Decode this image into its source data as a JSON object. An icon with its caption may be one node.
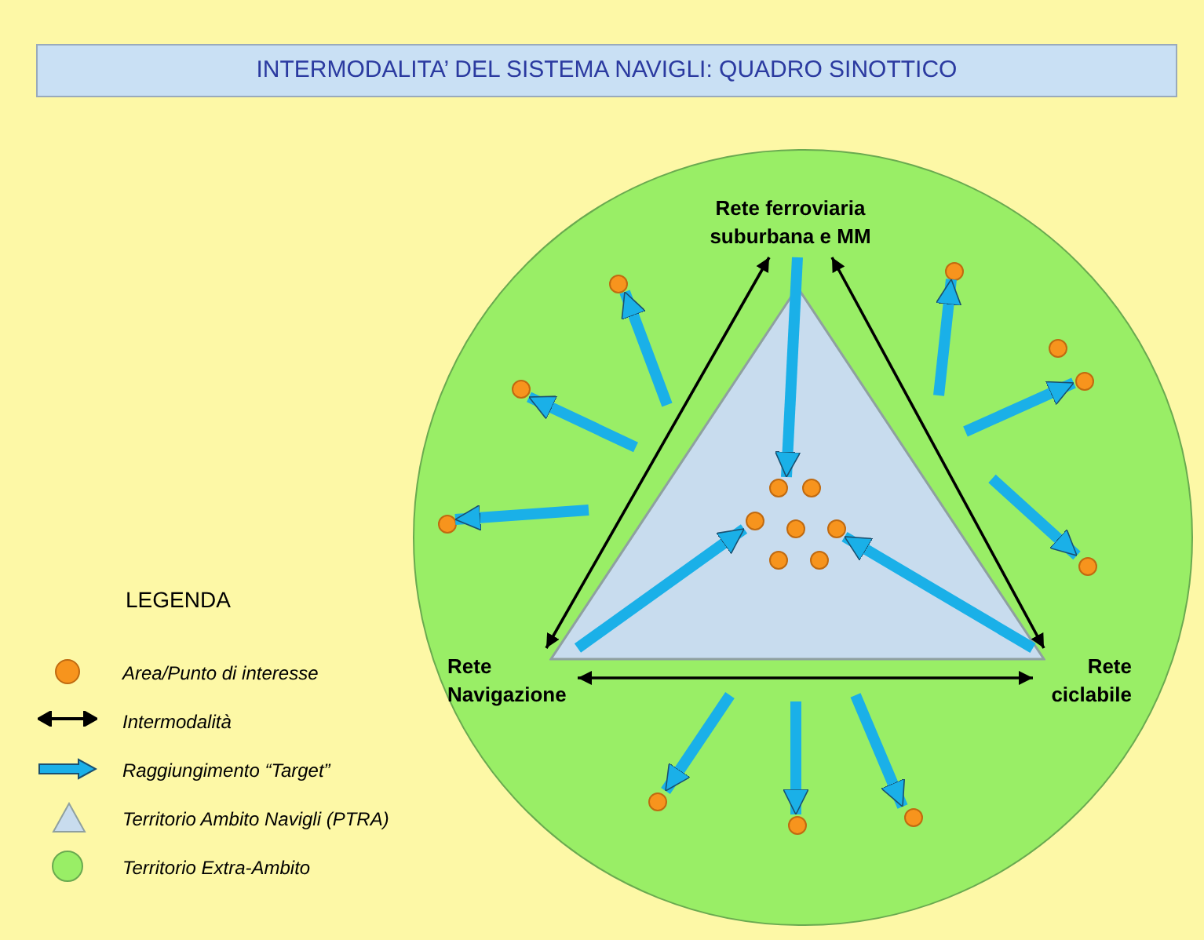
{
  "diagram": {
    "title": "INTERMODALITA’ DEL SISTEMA NAVIGLI: QUADRO SINOTTICO",
    "nodes": [
      {
        "text": [],
        "shape": "circle"
      },
      {
        "text": [
          "Rete ferroviaria suburbana e MM"
        ],
        "in": 0
      },
      {
        "text": [],
        "shape": "triangle",
        "in": 0
      },
      {
        "text": [
          "Rete Navigazione"
        ],
        "in": 0
      },
      {
        "text": [
          "Rete ciclabile"
        ],
        "in": 0
      },
      {
        "text": [],
        "shape": "circle",
        "in": 2
      },
      {
        "text": [],
        "shape": "circle",
        "in": 2
      },
      {
        "text": [],
        "shape": "circle",
        "in": 2
      },
      {
        "text": [],
        "shape": "circle",
        "in": 2
      },
      {
        "text": [],
        "shape": "circle",
        "in": 2
      },
      {
        "text": [],
        "shape": "circle",
        "in": 2
      },
      {
        "text": [],
        "shape": "circle",
        "in": 2
      },
      {
        "text": [],
        "shape": "circle",
        "in": 0
      },
      {
        "text": [],
        "shape": "circle",
        "in": 0
      },
      {
        "text": [],
        "shape": "circle",
        "in": 0
      },
      {
        "text": [],
        "shape": "circle",
        "in": 0
      },
      {
        "text": [],
        "shape": "circle",
        "in": 0
      },
      {
        "text": [],
        "shape": "circle",
        "in": 0
      },
      {
        "text": [],
        "shape": "circle",
        "in": 0
      },
      {
        "text": [],
        "shape": "circle",
        "in": 0
      },
      {
        "text": [],
        "shape": "circle",
        "in": 0
      },
      {
        "text": [],
        "shape": "circle",
        "in": 0
      }
    ],
    "edges": [
      {
        "from": 3,
        "to": 1,
        "arrow": "both",
        "color": "#000000"
      },
      {
        "from": 1,
        "to": 4,
        "arrow": "both",
        "color": "#000000"
      },
      {
        "from": 3,
        "to": 4,
        "arrow": "both",
        "color": "#000000"
      },
      {
        "from": 1,
        "to": 5,
        "arrow": "to"
      },
      {
        "from": 3,
        "to": 7,
        "arrow": "to"
      },
      {
        "from": 4,
        "to": 9,
        "arrow": "to"
      },
      {
        "from": null,
        "to": 13,
        "arrow": "to"
      },
      {
        "from": null,
        "to": 16,
        "arrow": "to"
      },
      {
        "from": null,
        "to": 17,
        "arrow": "to"
      },
      {
        "from": null,
        "to": 12,
        "arrow": "to"
      },
      {
        "from": null,
        "to": 15,
        "arrow": "to"
      },
      {
        "from": null,
        "to": 18,
        "arrow": "to"
      },
      {
        "from": null,
        "to": 19,
        "arrow": "to"
      },
      {
        "from": null,
        "to": 21,
        "arrow": "to"
      },
      {
        "from": null,
        "to": 20,
        "arrow": "to"
      }
    ],
    "labels": [
      "LEGENDA"
    ],
    "legend": [
      {
        "text": "Area/Punto di interesse",
        "color": "#f7941d"
      },
      {
        "text": "Intermodalità"
      },
      {
        "text": "Raggiungimento “Target”"
      },
      {
        "text": "Territorio Ambito Navigli (PTRA)",
        "color": "#c8dcee"
      },
      {
        "text": "Territorio Extra-Ambito",
        "color": "#99ee66"
      }
    ]
  }
}
